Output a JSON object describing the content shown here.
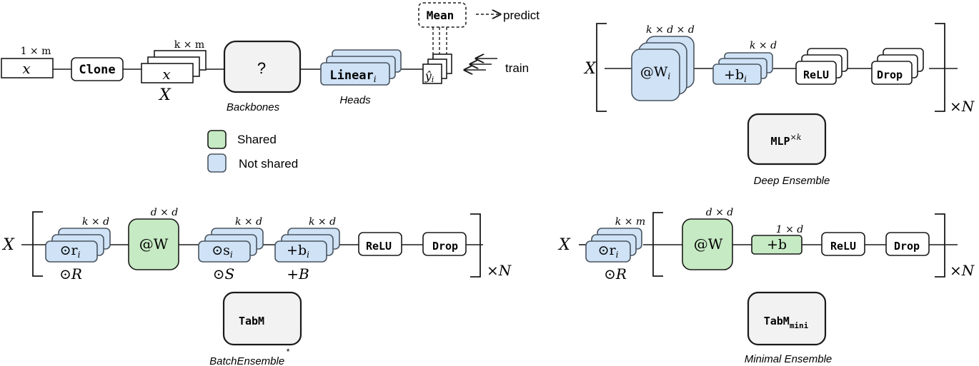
{
  "colors": {
    "shared": "#c6eac3",
    "not_shared": "#cfe2f6",
    "backbone_fill": "#f2f2f2",
    "stroke": "#1a1a1a",
    "blue_stroke": "#4a5560"
  },
  "legend": {
    "shared_label": "Shared",
    "not_shared_label": "Not shared"
  },
  "overview": {
    "input_dim": "1 × m",
    "input_label": "x",
    "clone_label": "Clone",
    "cloned_dim": "k × m",
    "cloned_label": "x",
    "cloned_caption": "X",
    "backbone_label": "?",
    "backbone_caption": "Backbones",
    "head_label": "Linear",
    "head_sub": "i",
    "heads_caption": "Heads",
    "pred_label": "ŷ",
    "pred_sub": "i",
    "mean_label": "Mean",
    "predict_label": "predict",
    "train_label": "train"
  },
  "deep_ensemble": {
    "input": "X",
    "w_dim": "k × d × d",
    "w_label": "@W",
    "w_sub": "i",
    "b_dim": "k × d",
    "b_label": "+b",
    "b_sub": "i",
    "relu": "ReLU",
    "drop": "Drop",
    "repeat": "×N",
    "model": "MLP",
    "model_sup": "×k",
    "caption": "Deep Ensemble"
  },
  "batch_ensemble": {
    "input": "X",
    "r_dim": "k × d",
    "r_label": "⊙r",
    "r_sub": "i",
    "r_caption": "⊙R",
    "w_dim": "d × d",
    "w_label": "@W",
    "s_dim": "k × d",
    "s_label": "⊙s",
    "s_sub": "i",
    "s_caption": "⊙S",
    "b_dim": "k × d",
    "b_label": "+b",
    "b_sub": "i",
    "b_caption": "+B",
    "relu": "ReLU",
    "drop": "Drop",
    "repeat": "×N",
    "model": "TabM",
    "caption": "BatchEnsemble",
    "caption_mark": "*"
  },
  "minimal_ensemble": {
    "input": "X",
    "r_dim": "k × m",
    "r_label": "⊙r",
    "r_sub": "i",
    "r_caption": "⊙R",
    "w_dim": "d × d",
    "w_label": "@W",
    "b_dim": "1 × d",
    "b_label": "+b",
    "relu": "ReLU",
    "drop": "Drop",
    "repeat": "×N",
    "model": "TabM",
    "model_sub": "mini",
    "caption": "Minimal Ensemble"
  }
}
